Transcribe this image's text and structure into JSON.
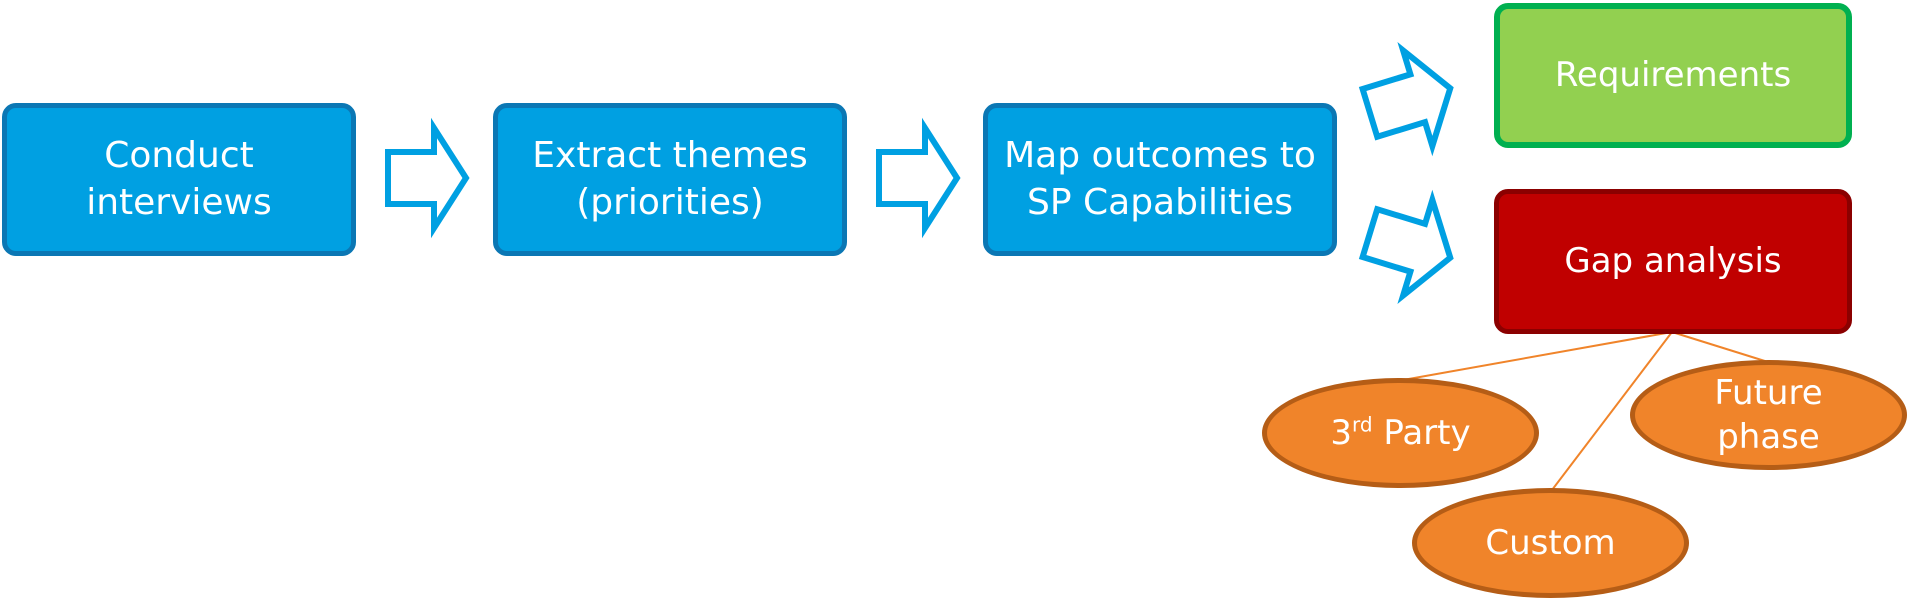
{
  "colors": {
    "process_fill": "#00a0e2",
    "process_border": "#0b77b4",
    "requirements_fill": "#92d050",
    "requirements_border": "#00b050",
    "gap_fill": "#c00000",
    "gap_border": "#8b0000",
    "option_fill": "#f0842a",
    "option_border": "#b55d16",
    "arrow_outline": "#00a0e2",
    "connector_line": "#f0842a"
  },
  "process_steps": [
    {
      "line1": "Conduct",
      "line2": "interviews"
    },
    {
      "line1": "Extract themes",
      "line2": "(priorities)"
    },
    {
      "line1": "Map outcomes to",
      "line2": "SP Capabilities"
    }
  ],
  "outcomes": {
    "requirements": "Requirements",
    "gap_analysis": "Gap analysis"
  },
  "gap_options": {
    "third_party": {
      "prefix": "3",
      "superscript": "rd",
      "suffix": " Party"
    },
    "custom": "Custom",
    "future_phase": {
      "line1": "Future",
      "line2": "phase"
    }
  },
  "icons": [
    "block-arrow-right-icon",
    "block-arrow-up-right-icon",
    "block-arrow-down-right-icon"
  ]
}
